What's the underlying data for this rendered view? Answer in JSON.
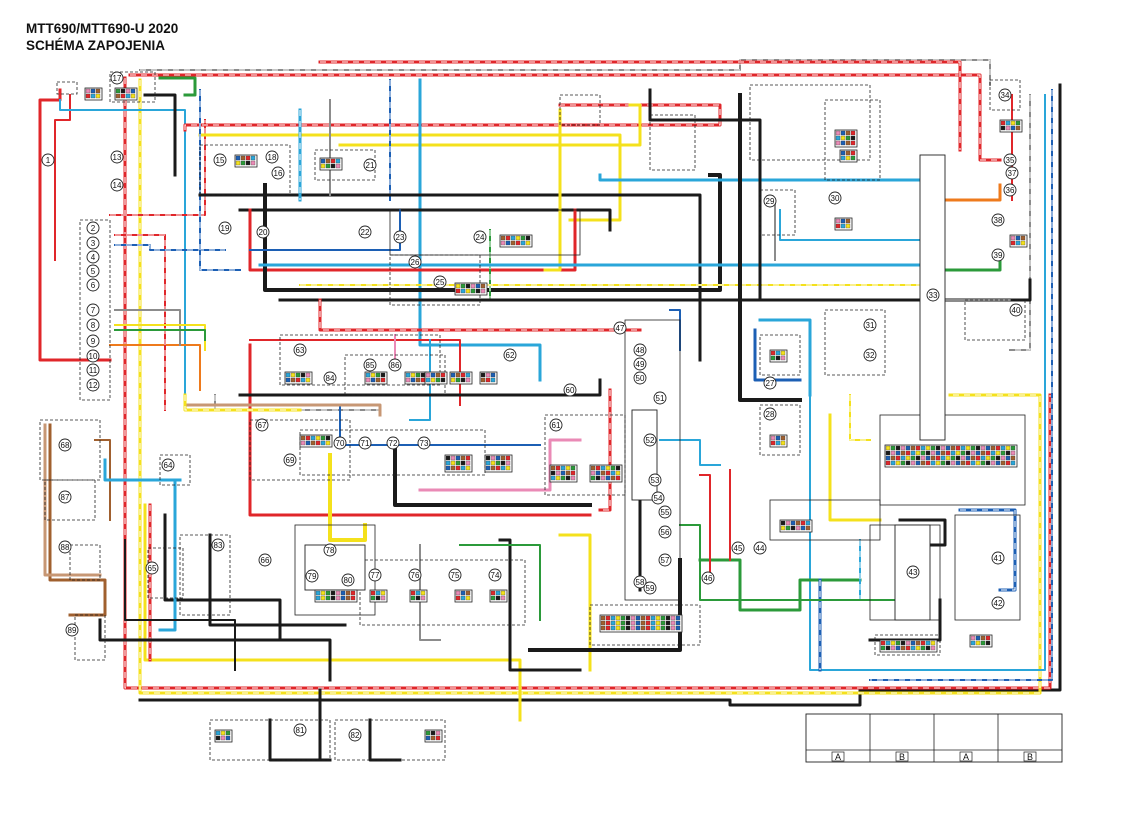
{
  "header": {
    "title_line1": "MTT690/MTT690-U 2020",
    "title_line2": "SCHÉMA ZAPOJENIA"
  },
  "wire_colors": {
    "red": "#e0262a",
    "black": "#1a1a1a",
    "yellow": "#f4e11c",
    "blue": "#1c5fb4",
    "skyblue": "#2aa6d9",
    "green": "#2b9a3a",
    "brown": "#a0602f",
    "tan": "#c79774",
    "orange": "#ee7a1c",
    "pink": "#ea8ab6",
    "gray": "#8c8c8c",
    "white_dashed": "#ffffff"
  },
  "components": [
    {
      "id": "1"
    },
    {
      "id": "2"
    },
    {
      "id": "3"
    },
    {
      "id": "4"
    },
    {
      "id": "5"
    },
    {
      "id": "6"
    },
    {
      "id": "7"
    },
    {
      "id": "8"
    },
    {
      "id": "9"
    },
    {
      "id": "10"
    },
    {
      "id": "11"
    },
    {
      "id": "12"
    },
    {
      "id": "13"
    },
    {
      "id": "14"
    },
    {
      "id": "15"
    },
    {
      "id": "16"
    },
    {
      "id": "17"
    },
    {
      "id": "18"
    },
    {
      "id": "19"
    },
    {
      "id": "20"
    },
    {
      "id": "21"
    },
    {
      "id": "22"
    },
    {
      "id": "23"
    },
    {
      "id": "24"
    },
    {
      "id": "25"
    },
    {
      "id": "26"
    },
    {
      "id": "27"
    },
    {
      "id": "28"
    },
    {
      "id": "29"
    },
    {
      "id": "30"
    },
    {
      "id": "31"
    },
    {
      "id": "32"
    },
    {
      "id": "33"
    },
    {
      "id": "34"
    },
    {
      "id": "35"
    },
    {
      "id": "36"
    },
    {
      "id": "37"
    },
    {
      "id": "38"
    },
    {
      "id": "39"
    },
    {
      "id": "40"
    },
    {
      "id": "41"
    },
    {
      "id": "42"
    },
    {
      "id": "43"
    },
    {
      "id": "44"
    },
    {
      "id": "45"
    },
    {
      "id": "46"
    },
    {
      "id": "47"
    },
    {
      "id": "48"
    },
    {
      "id": "49"
    },
    {
      "id": "50"
    },
    {
      "id": "51"
    },
    {
      "id": "52"
    },
    {
      "id": "53"
    },
    {
      "id": "54"
    },
    {
      "id": "55"
    },
    {
      "id": "56"
    },
    {
      "id": "57"
    },
    {
      "id": "58"
    },
    {
      "id": "59"
    },
    {
      "id": "60"
    },
    {
      "id": "61"
    },
    {
      "id": "62"
    },
    {
      "id": "63"
    },
    {
      "id": "64"
    },
    {
      "id": "65"
    },
    {
      "id": "66"
    },
    {
      "id": "67"
    },
    {
      "id": "68"
    },
    {
      "id": "69"
    },
    {
      "id": "70"
    },
    {
      "id": "71"
    },
    {
      "id": "72"
    },
    {
      "id": "73"
    },
    {
      "id": "74"
    },
    {
      "id": "75"
    },
    {
      "id": "76"
    },
    {
      "id": "77"
    },
    {
      "id": "78"
    },
    {
      "id": "79"
    },
    {
      "id": "80"
    },
    {
      "id": "81"
    },
    {
      "id": "82"
    },
    {
      "id": "83"
    },
    {
      "id": "84"
    },
    {
      "id": "85"
    },
    {
      "id": "86"
    },
    {
      "id": "87"
    },
    {
      "id": "88"
    },
    {
      "id": "89"
    }
  ],
  "legend": {
    "letters": [
      "A",
      "B",
      "A",
      "B"
    ]
  }
}
